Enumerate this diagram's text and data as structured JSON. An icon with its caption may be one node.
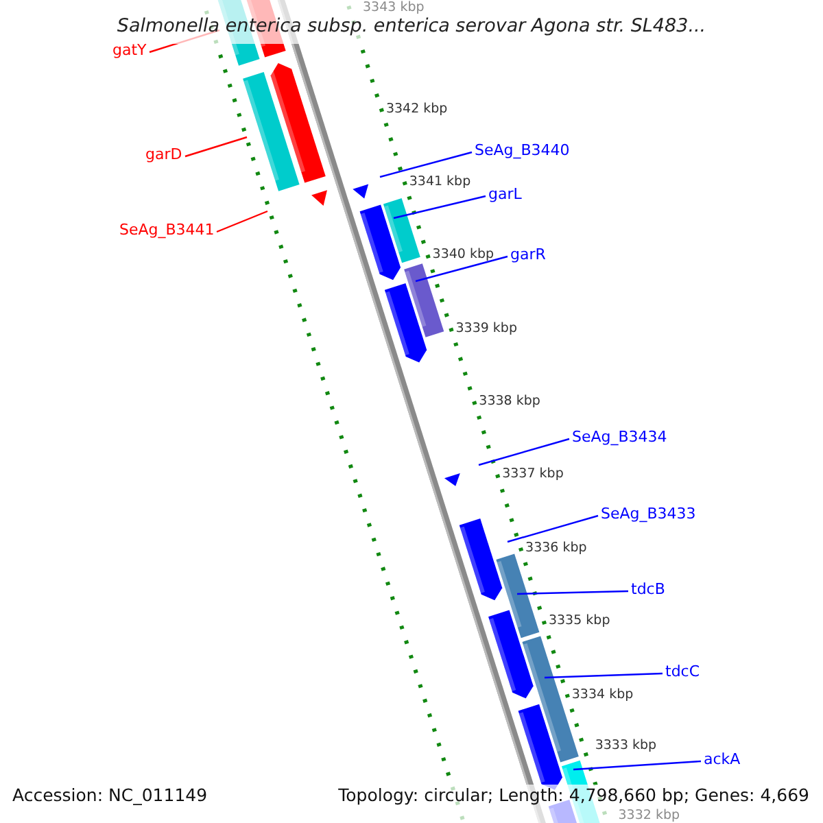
{
  "diagram": {
    "title": "Salmonella enterica subsp. enterica serovar Agona str. SL483...",
    "nodes": [
      {
        "text": [
          "gatY"
        ]
      },
      {
        "text": [
          "SeAg_B3440"
        ]
      },
      {
        "text": [
          "garD"
        ]
      },
      {
        "text": [
          "garL"
        ]
      },
      {
        "text": [
          "SeAg_B3441"
        ]
      },
      {
        "text": [
          "garR"
        ]
      },
      {
        "text": [
          "SeAg_B3434"
        ]
      },
      {
        "text": [
          "SeAg_B3433"
        ]
      },
      {
        "text": [
          "tdcB"
        ]
      },
      {
        "text": [
          "tdcC"
        ]
      },
      {
        "text": [
          "ackA"
        ]
      }
    ],
    "edges": [
      {
        "from": 0,
        "to": null,
        "arrow": "none",
        "color": "#ff0000"
      },
      {
        "from": 1,
        "to": null,
        "arrow": "none"
      },
      {
        "from": 2,
        "to": null,
        "arrow": "none",
        "color": "#ff0000"
      },
      {
        "from": 3,
        "to": null,
        "arrow": "none"
      },
      {
        "from": 4,
        "to": null,
        "arrow": "none",
        "color": "#ff0000"
      },
      {
        "from": 5,
        "to": null,
        "arrow": "none"
      },
      {
        "from": 6,
        "to": null,
        "arrow": "none"
      },
      {
        "from": 7,
        "to": null,
        "arrow": "none"
      },
      {
        "from": 8,
        "to": null,
        "arrow": "none"
      },
      {
        "from": 9,
        "to": null,
        "arrow": "none"
      },
      {
        "from": 10,
        "to": null,
        "arrow": "none"
      }
    ],
    "labels": [
      "3343 kbp",
      "3342 kbp",
      "3341 kbp",
      "3340 kbp",
      "3339 kbp",
      "3338 kbp",
      "3337 kbp",
      "3336 kbp",
      "3335 kbp",
      "3334 kbp",
      "3333 kbp",
      "3332 kbp",
      "Accession: NC_011149",
      "Topology: circular; Length: 4,798,660 bp; Genes: 4,669"
    ]
  }
}
